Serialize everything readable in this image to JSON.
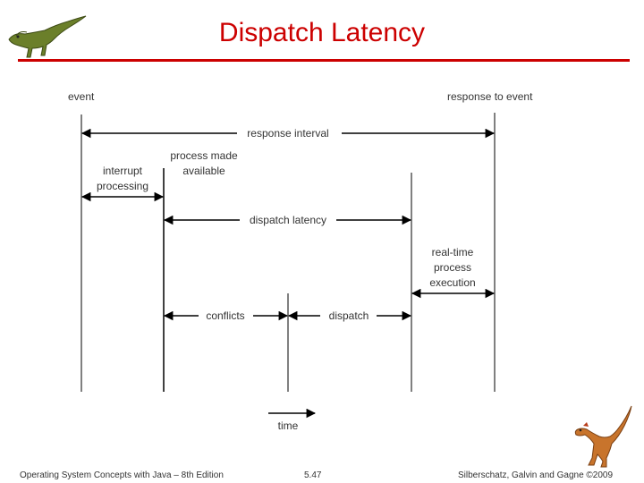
{
  "slide": {
    "title": "Dispatch Latency",
    "footer_left": "Operating System Concepts with Java – 8th Edition",
    "footer_page": "5.47",
    "footer_right": "Silberschatz, Galvin and Gagne ©2009"
  },
  "diagram": {
    "event": "event",
    "response_to_event": "response to event",
    "response_interval": "response interval",
    "interrupt_processing_1": "interrupt",
    "interrupt_processing_2": "processing",
    "process_made_available_1": "process made",
    "process_made_available_2": "available",
    "dispatch_latency": "dispatch latency",
    "realtime_1": "real-time",
    "realtime_2": "process",
    "realtime_3": "execution",
    "conflicts": "conflicts",
    "dispatch": "dispatch",
    "time": "time"
  },
  "icons": {
    "top_left": "dinosaur-icon",
    "bottom_right": "dinosaur-icon"
  },
  "colors": {
    "title": "#cc0000",
    "rule": "#cc0000",
    "diagram": "#000000"
  }
}
